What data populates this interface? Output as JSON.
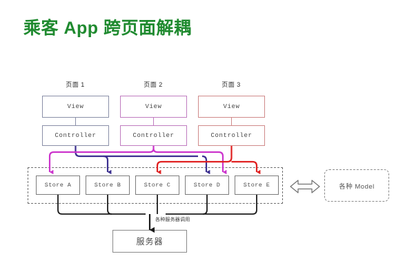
{
  "slide": {
    "title": "乘客 App 跨页面解耦",
    "title_color": "#1f8a2f",
    "background": "#ffffff"
  },
  "pages": [
    {
      "label": "页面 1",
      "view_label": "View",
      "controller_label": "Controller",
      "accent_color": "#3b2f8f",
      "border_color": "#8a8fa8"
    },
    {
      "label": "页面 2",
      "view_label": "View",
      "controller_label": "Controller",
      "accent_color": "#cc33cc",
      "border_color": "#c07cc0"
    },
    {
      "label": "页面 3",
      "view_label": "View",
      "controller_label": "Controller",
      "accent_color": "#e02020",
      "border_color": "#d08a8a"
    }
  ],
  "stores": [
    {
      "label": "Store A"
    },
    {
      "label": "Store B"
    },
    {
      "label": "Store C"
    },
    {
      "label": "Store D"
    },
    {
      "label": "Store E"
    }
  ],
  "server": {
    "label": "服务器",
    "edge_label": "各种服务器调用"
  },
  "model": {
    "label": "各种 Model"
  },
  "icons": {
    "store_container": "dashed-rectangle-icon",
    "model_container": "dashed-rounded-rectangle-icon",
    "bidirectional_arrow": "double-headed-arrow-icon",
    "flow_arrow": "arrowhead-icon"
  }
}
